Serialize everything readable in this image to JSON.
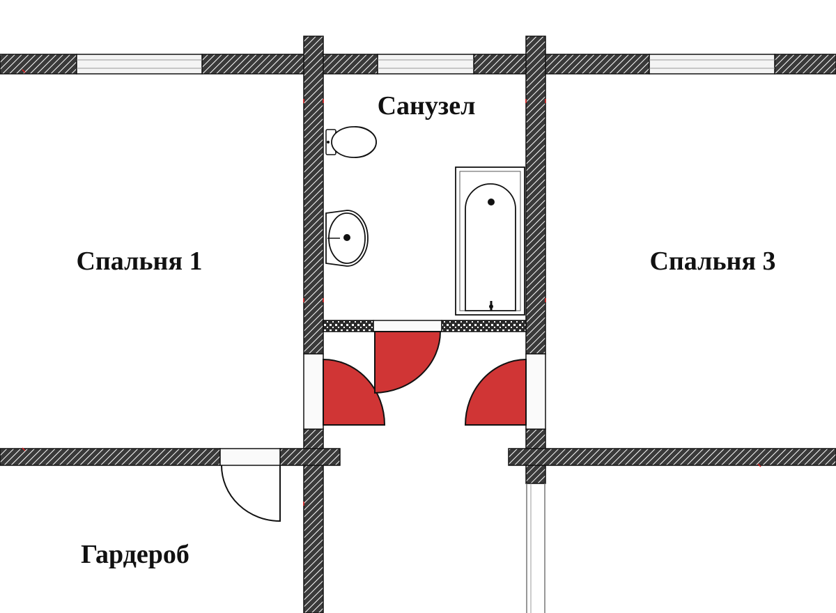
{
  "rooms": {
    "bedroom_1": "Спальня 1",
    "bathroom": "Санузел",
    "bedroom_3": "Спальня 3",
    "wardrobe": "Гардероб"
  },
  "colors": {
    "wall": "#3a3a3a",
    "wall_hatch": "#ffffff",
    "door_fill": "#d03535",
    "mark": "#e02020",
    "window_glass": "#f4f4f4",
    "line": "#111111"
  },
  "icons": {
    "toilet": "toilet-icon",
    "sink": "sink-icon",
    "bathtub": "bathtub-icon",
    "door": "door-swing-icon",
    "window": "window-icon"
  }
}
